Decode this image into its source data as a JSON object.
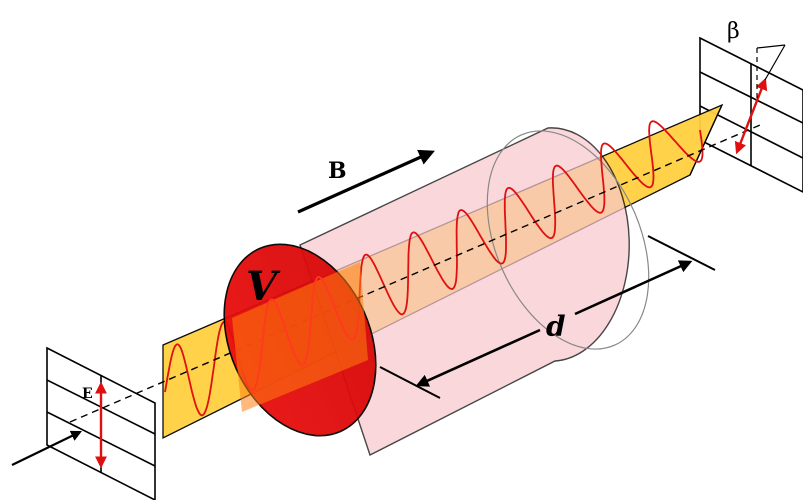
{
  "labels": {
    "magnetic_field": "B",
    "electric_field": "E",
    "verdet_constant": "V",
    "path_length": "d",
    "rotation_angle": "β"
  },
  "colors": {
    "polarization_plane": "#ffd040",
    "wave": "#e01010",
    "medium_body": "#f8c8cc",
    "medium_face": "#e21212",
    "arrow": "#000000"
  },
  "icons": {
    "input_polarizer": "polarizer-grid-icon",
    "output_analyzer": "analyzer-grid-icon"
  }
}
